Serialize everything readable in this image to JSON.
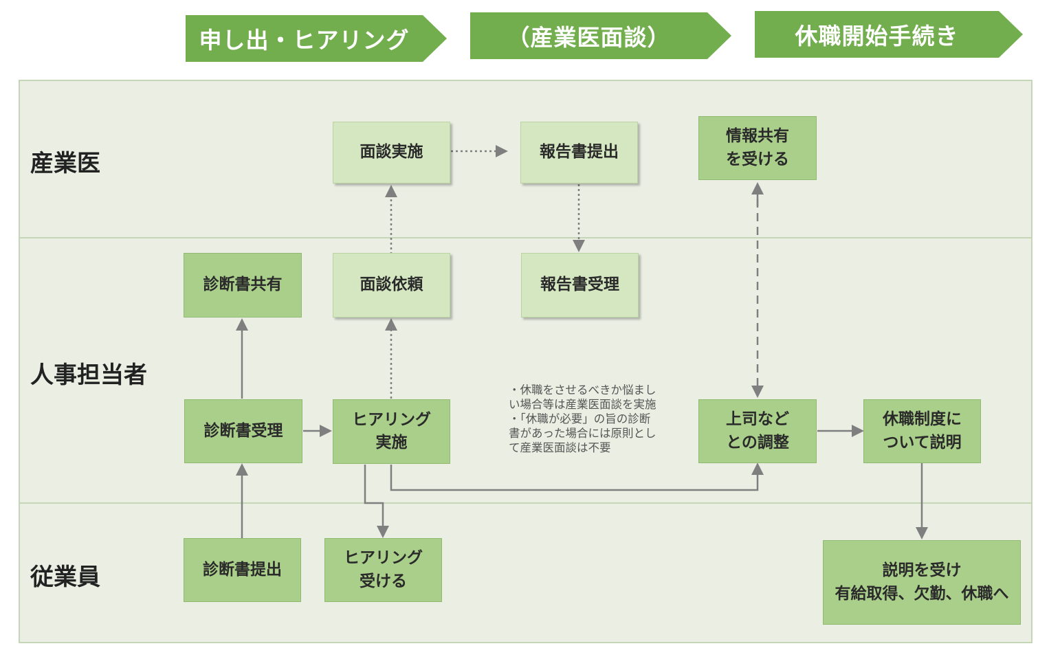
{
  "phases": [
    {
      "label": "申し出・ヒアリング"
    },
    {
      "label": "（産業医面談）"
    },
    {
      "label": "休職開始手続き"
    }
  ],
  "lanes": {
    "doctor": "産業医",
    "hr": "人事担当者",
    "employee": "従業員"
  },
  "boxes": {
    "interview_exec": "面談実施",
    "report_submit": "報告書提出",
    "info_receive": "情報共有\nを受ける",
    "diagnosis_share": "診断書共有",
    "interview_request": "面談依頼",
    "report_receive": "報告書受理",
    "diagnosis_accept": "診断書受理",
    "hearing_exec": "ヒアリング\n実施",
    "boss_adjust": "上司など\nとの調整",
    "leave_explain": "休職制度に\nついて説明",
    "diagnosis_submit": "診断書提出",
    "hearing_receive": "ヒアリング\n受ける",
    "explain_receive": "説明を受け\n有給取得、欠勤、休職へ"
  },
  "note": "・休職をさせるべきか悩まし\nい場合等は産業医面談を実施\n・「休職が必要」の旨の診断\n書があった場合には原則とし\nて産業医面談は不要",
  "colors": {
    "phase_arrow": "#72ad4e",
    "box_dark": "#a9cf8a",
    "box_light": "#d4e7c0",
    "lane_bg": "#eaeee3",
    "connector": "#7f7f7f"
  }
}
